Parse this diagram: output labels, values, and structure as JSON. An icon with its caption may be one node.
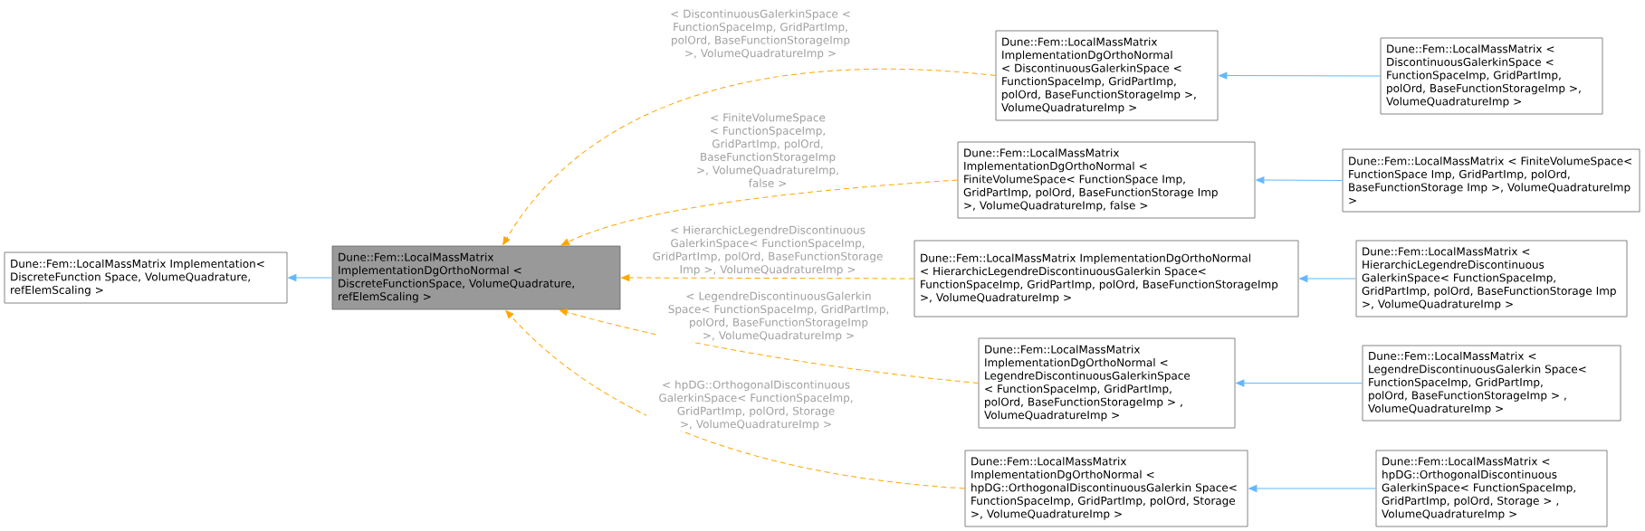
{
  "diagram": {
    "nodes": [
      {
        "text": [
          "Dune::Fem::LocalMassMatrix Implementation< DiscreteFunction Space, VolumeQuadrature, refElemScaling >"
        ]
      },
      {
        "text": [
          "Dune::Fem::LocalMassMatrix ImplementationDgOrthoNormal < DiscreteFunctionSpace, VolumeQuadrature, refElemScaling >"
        ]
      },
      {
        "text": [
          "Dune::Fem::LocalMassMatrix ImplementationDgOrthoNormal < DiscontinuousGalerkinSpace < FunctionSpaceImp, GridPartImp, polOrd, BaseFunctionStorageImp >, VolumeQuadratureImp >"
        ]
      },
      {
        "text": [
          "Dune::Fem::LocalMassMatrix < DiscontinuousGalerkinSpace < FunctionSpaceImp, GridPartImp, polOrd, BaseFunctionStorageImp >, VolumeQuadratureImp >"
        ]
      },
      {
        "text": [
          "Dune::Fem::LocalMassMatrix ImplementationDgOrthoNormal < FiniteVolumeSpace< FunctionSpace Imp, GridPartImp, polOrd, BaseFunctionStorage Imp >, VolumeQuadratureImp, false >"
        ]
      },
      {
        "text": [
          "Dune::Fem::LocalMassMatrix < FiniteVolumeSpace< FunctionSpace Imp, GridPartImp, polOrd, BaseFunctionStorage Imp >, VolumeQuadratureImp >"
        ]
      },
      {
        "text": [
          "Dune::Fem::LocalMassMatrix ImplementationDgOrthoNormal < HierarchicLegendreDiscontinuousGalerkin Space< FunctionSpaceImp, GridPartImp, polOrd, BaseFunctionStorageImp >, VolumeQuadratureImp >"
        ]
      },
      {
        "text": [
          "Dune::Fem::LocalMassMatrix < HierarchicLegendreDiscontinuous GalerkinSpace< FunctionSpaceImp, GridPartImp, polOrd, BaseFunctionStorage Imp >, VolumeQuadratureImp >"
        ]
      },
      {
        "text": [
          "Dune::Fem::LocalMassMatrix ImplementationDgOrthoNormal < LegendreDiscontinuousGalerkinSpace < FunctionSpaceImp, GridPartImp, polOrd, BaseFunctionStorageImp > , VolumeQuadratureImp >"
        ]
      },
      {
        "text": [
          "Dune::Fem::LocalMassMatrix < LegendreDiscontinuousGalerkin Space< FunctionSpaceImp, GridPartImp, polOrd, BaseFunctionStorageImp > , VolumeQuadratureImp >"
        ]
      },
      {
        "text": [
          "Dune::Fem::LocalMassMatrix ImplementationDgOrthoNormal < hpDG::OrthogonalDiscontinuousGalerkin Space< FunctionSpaceImp, GridPartImp, polOrd, Storage >, VolumeQuadratureImp >"
        ]
      },
      {
        "text": [
          "Dune::Fem::LocalMassMatrix < hpDG::OrthogonalDiscontinuous GalerkinSpace< FunctionSpaceImp, GridPartImp, polOrd, Storage > , VolumeQuadratureImp >"
        ]
      }
    ],
    "edges": [
      {
        "from": 1,
        "to": 0,
        "arrow": "to"
      },
      {
        "from": 2,
        "to": 1,
        "arrow": "to",
        "style": "dashed",
        "color": "#ffa500",
        "label": "< DiscontinuousGalerkinSpace < FunctionSpaceImp, GridPartImp, polOrd, BaseFunctionStorageImp >, VolumeQuadratureImp >"
      },
      {
        "from": 4,
        "to": 1,
        "arrow": "to",
        "style": "dashed",
        "color": "#ffa500",
        "label": "< FiniteVolumeSpace < FunctionSpaceImp, GridPartImp, polOrd, BaseFunctionStorageImp >, VolumeQuadratureImp, false >"
      },
      {
        "from": 6,
        "to": 1,
        "arrow": "to",
        "style": "dashed",
        "color": "#ffa500",
        "label": "< HierarchicLegendreDiscontinuous GalerkinSpace< FunctionSpaceImp, GridPartImp, polOrd, BaseFunctionStorage Imp >, VolumeQuadratureImp >"
      },
      {
        "from": 8,
        "to": 1,
        "arrow": "to",
        "style": "dashed",
        "color": "#ffa500",
        "label": "< LegendreDiscontinuousGalerkin Space< FunctionSpaceImp, GridPartImp, polOrd, BaseFunctionStorageImp >, VolumeQuadratureImp >"
      },
      {
        "from": 10,
        "to": 1,
        "arrow": "to",
        "style": "dashed",
        "color": "#ffa500",
        "label": "< hpDG::OrthogonalDiscontinuous GalerkinSpace< FunctionSpaceImp, GridPartImp, polOrd, Storage >, VolumeQuadratureImp >"
      },
      {
        "from": 3,
        "to": 2,
        "arrow": "to"
      },
      {
        "from": 5,
        "to": 4,
        "arrow": "to"
      },
      {
        "from": 7,
        "to": 6,
        "arrow": "to"
      },
      {
        "from": 9,
        "to": 8,
        "arrow": "to"
      },
      {
        "from": 11,
        "to": 10,
        "arrow": "to"
      }
    ]
  }
}
